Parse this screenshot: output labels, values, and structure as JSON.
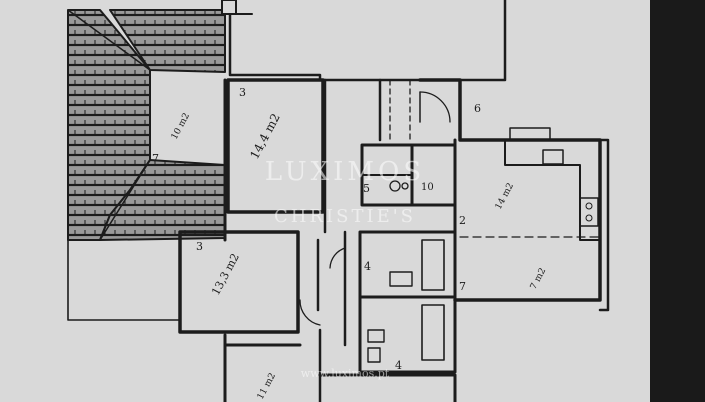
{
  "rooms": [
    {
      "id": "room-3-top",
      "number": "3",
      "area": "14,4 m2"
    },
    {
      "id": "room-7-left",
      "number": "7",
      "area": "10 m2"
    },
    {
      "id": "room-3-bottom",
      "number": "3",
      "area": "13,3 m2"
    },
    {
      "id": "room-6",
      "number": "6"
    },
    {
      "id": "room-5",
      "number": "5"
    },
    {
      "id": "room-10",
      "number": "10"
    },
    {
      "id": "room-2",
      "number": "2",
      "area": "14 m2"
    },
    {
      "id": "room-4-a",
      "number": "4"
    },
    {
      "id": "room-7-right",
      "number": "7",
      "area": "7 m2"
    },
    {
      "id": "room-4-b",
      "number": "4"
    },
    {
      "id": "room-bottom",
      "area": "11 m2"
    }
  ],
  "watermark": {
    "brand": "LUXIMOS",
    "subbrand": "CHRISTIE'S",
    "url": "www.luximos.pt"
  },
  "colors": {
    "paper": "#d9d9d9",
    "ink": "#1c1c1c",
    "frame": "#1a1a1a"
  }
}
